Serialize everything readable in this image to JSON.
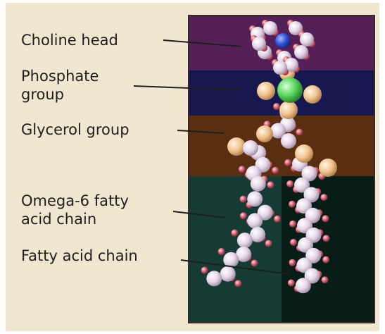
{
  "labels": {
    "choline": [
      "Choline head"
    ],
    "phosphate": [
      "Phosphate",
      "group"
    ],
    "glycerol": [
      "Glycerol group"
    ],
    "omega": [
      "Omega-6 fatty",
      "acid chain"
    ],
    "fatty": [
      "Fatty acid chain"
    ]
  },
  "colors": {
    "page_background": "#f1e6d0",
    "choline_band": "#551f57",
    "phosphate_band": "#17184f",
    "glycerol_band": "#5a2f11",
    "chain_band_left": "#163b35",
    "chain_band_right": "#081c18",
    "carbon_atom": "#e8dce9",
    "oxygen_atom": "#c44a5e",
    "nitrogen_atom": "#2f4ed6",
    "phosphorus_atom": "#57d35a",
    "glycerol_oxygen": "#f2c99b"
  }
}
